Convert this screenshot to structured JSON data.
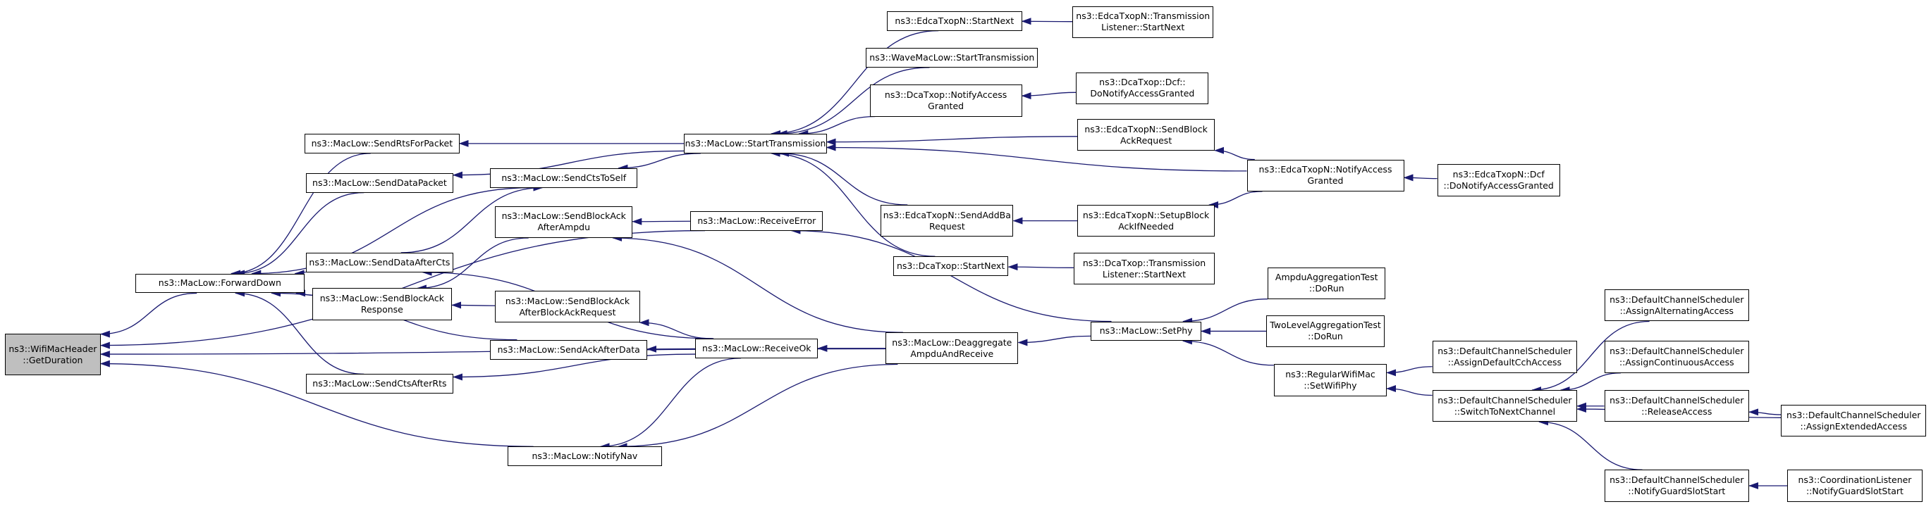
{
  "colors": {
    "edge": "#191970",
    "root_fill": "#bfbfbf",
    "node_fill": "#ffffff",
    "border": "#000000"
  },
  "nodes": [
    {
      "id": "n0",
      "lines": [
        "ns3::WifiMacHeader",
        "::GetDuration"
      ],
      "root": true
    },
    {
      "id": "n1",
      "lines": [
        "ns3::MacLow::ForwardDown"
      ]
    },
    {
      "id": "n2",
      "lines": [
        "ns3::MacLow::SendRtsForPacket"
      ]
    },
    {
      "id": "n3",
      "lines": [
        "ns3::MacLow::SendDataPacket"
      ]
    },
    {
      "id": "n4",
      "lines": [
        "ns3::MacLow::SendDataAfterCts"
      ]
    },
    {
      "id": "n5",
      "lines": [
        "ns3::MacLow::SendBlockAck",
        "Response"
      ]
    },
    {
      "id": "n6",
      "lines": [
        "ns3::MacLow::SendCtsAfterRts"
      ]
    },
    {
      "id": "n7",
      "lines": [
        "ns3::MacLow::NotifyNav"
      ]
    },
    {
      "id": "n8",
      "lines": [
        "ns3::MacLow::SendCtsToSelf"
      ]
    },
    {
      "id": "n9",
      "lines": [
        "ns3::MacLow::SendBlockAck",
        "AfterAmpdu"
      ]
    },
    {
      "id": "n10",
      "lines": [
        "ns3::MacLow::SendBlockAck",
        "AfterBlockAckRequest"
      ]
    },
    {
      "id": "n11",
      "lines": [
        "ns3::MacLow::SendAckAfterData"
      ]
    },
    {
      "id": "n12",
      "lines": [
        "ns3::MacLow::StartTransmission"
      ]
    },
    {
      "id": "n13",
      "lines": [
        "ns3::MacLow::ReceiveError"
      ]
    },
    {
      "id": "n14",
      "lines": [
        "ns3::MacLow::ReceiveOk"
      ]
    },
    {
      "id": "n15",
      "lines": [
        "ns3::EdcaTxopN::StartNext"
      ]
    },
    {
      "id": "n16",
      "lines": [
        "ns3::WaveMacLow::StartTransmission"
      ]
    },
    {
      "id": "n17",
      "lines": [
        "ns3::DcaTxop::NotifyAccess",
        "Granted"
      ]
    },
    {
      "id": "n18",
      "lines": [
        "ns3::EdcaTxopN::SendAddBa",
        "Request"
      ]
    },
    {
      "id": "n19",
      "lines": [
        "ns3::DcaTxop::StartNext"
      ]
    },
    {
      "id": "n20",
      "lines": [
        "ns3::MacLow::Deaggregate",
        "AmpduAndReceive"
      ]
    },
    {
      "id": "n21",
      "lines": [
        "ns3::EdcaTxopN::Transmission",
        "Listener::StartNext"
      ]
    },
    {
      "id": "n22",
      "lines": [
        "ns3::DcaTxop::Dcf::",
        "DoNotifyAccessGranted"
      ]
    },
    {
      "id": "n23",
      "lines": [
        "ns3::EdcaTxopN::SendBlock",
        "AckRequest"
      ]
    },
    {
      "id": "n24",
      "lines": [
        "ns3::EdcaTxopN::SetupBlock",
        "AckIfNeeded"
      ]
    },
    {
      "id": "n25",
      "lines": [
        "ns3::DcaTxop::Transmission",
        "Listener::StartNext"
      ]
    },
    {
      "id": "n26",
      "lines": [
        "ns3::MacLow::SetPhy"
      ]
    },
    {
      "id": "n27",
      "lines": [
        "ns3::EdcaTxopN::NotifyAccess",
        "Granted"
      ]
    },
    {
      "id": "n28",
      "lines": [
        "AmpduAggregationTest",
        "::DoRun"
      ]
    },
    {
      "id": "n29",
      "lines": [
        "TwoLevelAggregationTest",
        "::DoRun"
      ]
    },
    {
      "id": "n30",
      "lines": [
        "ns3::RegularWifiMac",
        "::SetWifiPhy"
      ]
    },
    {
      "id": "n31",
      "lines": [
        "ns3::EdcaTxopN::Dcf",
        "::DoNotifyAccessGranted"
      ]
    },
    {
      "id": "n32",
      "lines": [
        "ns3::DefaultChannelScheduler",
        "::AssignDefaultCchAccess"
      ]
    },
    {
      "id": "n33",
      "lines": [
        "ns3::DefaultChannelScheduler",
        "::SwitchToNextChannel"
      ]
    },
    {
      "id": "n34",
      "lines": [
        "ns3::DefaultChannelScheduler",
        "::AssignAlternatingAccess"
      ]
    },
    {
      "id": "n35",
      "lines": [
        "ns3::DefaultChannelScheduler",
        "::AssignContinuousAccess"
      ]
    },
    {
      "id": "n36",
      "lines": [
        "ns3::DefaultChannelScheduler",
        "::ReleaseAccess"
      ]
    },
    {
      "id": "n37",
      "lines": [
        "ns3::DefaultChannelScheduler",
        "::NotifyGuardSlotStart"
      ]
    },
    {
      "id": "n38",
      "lines": [
        "ns3::DefaultChannelScheduler",
        "::AssignExtendedAccess"
      ]
    },
    {
      "id": "n39",
      "lines": [
        "ns3::CoordinationListener",
        "::NotifyGuardSlotStart"
      ]
    }
  ],
  "edges": [
    [
      "n1",
      "n0"
    ],
    [
      "n20",
      "n0"
    ],
    [
      "n7",
      "n0"
    ],
    [
      "n13",
      "n0"
    ],
    [
      "n2",
      "n1"
    ],
    [
      "n3",
      "n1"
    ],
    [
      "n8",
      "n1"
    ],
    [
      "n4",
      "n1"
    ],
    [
      "n5",
      "n1"
    ],
    [
      "n11",
      "n1"
    ],
    [
      "n6",
      "n1"
    ],
    [
      "n12",
      "n2"
    ],
    [
      "n12",
      "n3"
    ],
    [
      "n12",
      "n8"
    ],
    [
      "n4",
      "n8"
    ],
    [
      "n14",
      "n4"
    ],
    [
      "n9",
      "n5"
    ],
    [
      "n10",
      "n5"
    ],
    [
      "n13",
      "n9"
    ],
    [
      "n20",
      "n9"
    ],
    [
      "n14",
      "n10"
    ],
    [
      "n14",
      "n11"
    ],
    [
      "n14",
      "n6"
    ],
    [
      "n14",
      "n7"
    ],
    [
      "n20",
      "n7"
    ],
    [
      "n20",
      "n14"
    ],
    [
      "n15",
      "n12"
    ],
    [
      "n16",
      "n12"
    ],
    [
      "n17",
      "n12"
    ],
    [
      "n18",
      "n12"
    ],
    [
      "n19",
      "n12"
    ],
    [
      "n23",
      "n12"
    ],
    [
      "n27",
      "n12"
    ],
    [
      "n26",
      "n13"
    ],
    [
      "n26",
      "n20"
    ],
    [
      "n21",
      "n15"
    ],
    [
      "n22",
      "n17"
    ],
    [
      "n24",
      "n18"
    ],
    [
      "n25",
      "n19"
    ],
    [
      "n27",
      "n23"
    ],
    [
      "n27",
      "n24"
    ],
    [
      "n31",
      "n27"
    ],
    [
      "n28",
      "n26"
    ],
    [
      "n29",
      "n26"
    ],
    [
      "n30",
      "n26"
    ],
    [
      "n32",
      "n30"
    ],
    [
      "n33",
      "n30"
    ],
    [
      "n34",
      "n33"
    ],
    [
      "n35",
      "n33"
    ],
    [
      "n36",
      "n33"
    ],
    [
      "n37",
      "n33"
    ],
    [
      "n38",
      "n33"
    ],
    [
      "n38",
      "n36"
    ],
    [
      "n39",
      "n37"
    ]
  ]
}
